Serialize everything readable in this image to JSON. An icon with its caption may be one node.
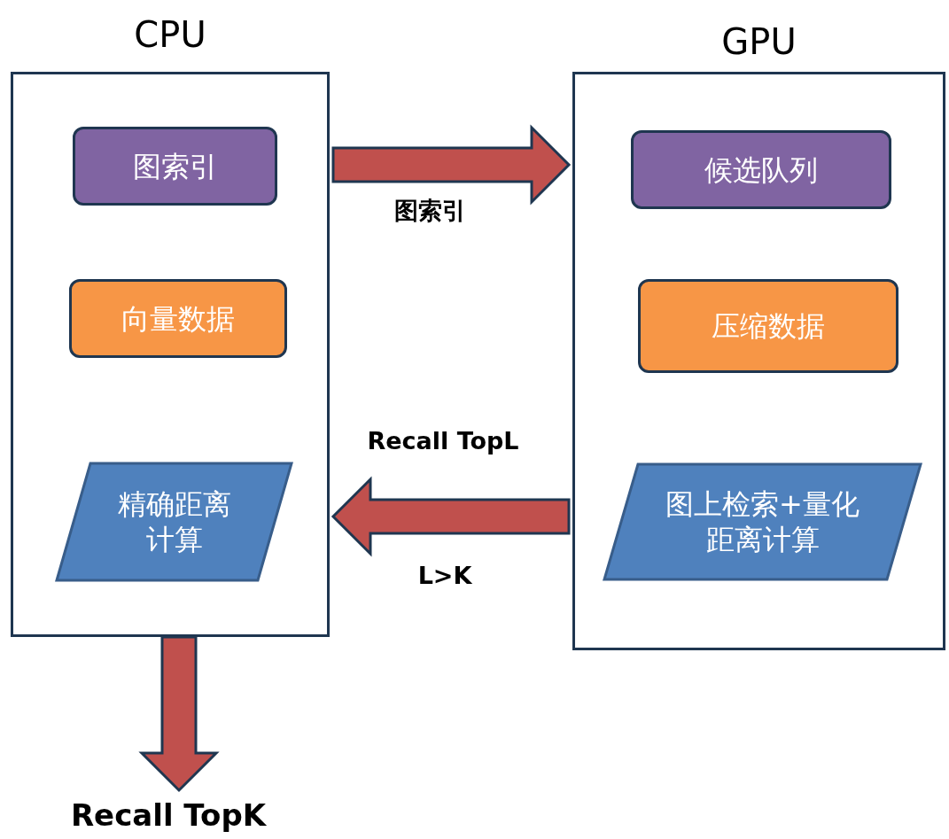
{
  "diagram": {
    "nodes": [
      {
        "text": [
          "CPU"
        ]
      },
      {
        "text": [
          "图索引"
        ],
        "in": 0
      },
      {
        "text": [
          "向量数据"
        ],
        "in": 0
      },
      {
        "text": [
          "精确距离计算"
        ],
        "in": 0
      },
      {
        "text": [
          "GPU"
        ]
      },
      {
        "text": [
          "候选队列"
        ],
        "in": 4
      },
      {
        "text": [
          "压缩数据"
        ],
        "in": 4
      },
      {
        "text": [
          "图上检索+量化距离计算"
        ],
        "in": 4
      },
      {
        "text": [
          "Recall TopK"
        ]
      }
    ],
    "edges": [
      {
        "from": 0,
        "to": 4,
        "arrow": "to",
        "label": "图索引",
        "style": "thick",
        "color": "#c0504d"
      },
      {
        "from": 4,
        "to": 0,
        "arrow": "to",
        "label": "Recall TopL",
        "style": "thick",
        "color": "#c0504d"
      },
      {
        "from": 0,
        "to": 8,
        "arrow": "to",
        "style": "thick",
        "color": "#c0504d"
      }
    ],
    "labels": [
      "L>K"
    ]
  }
}
